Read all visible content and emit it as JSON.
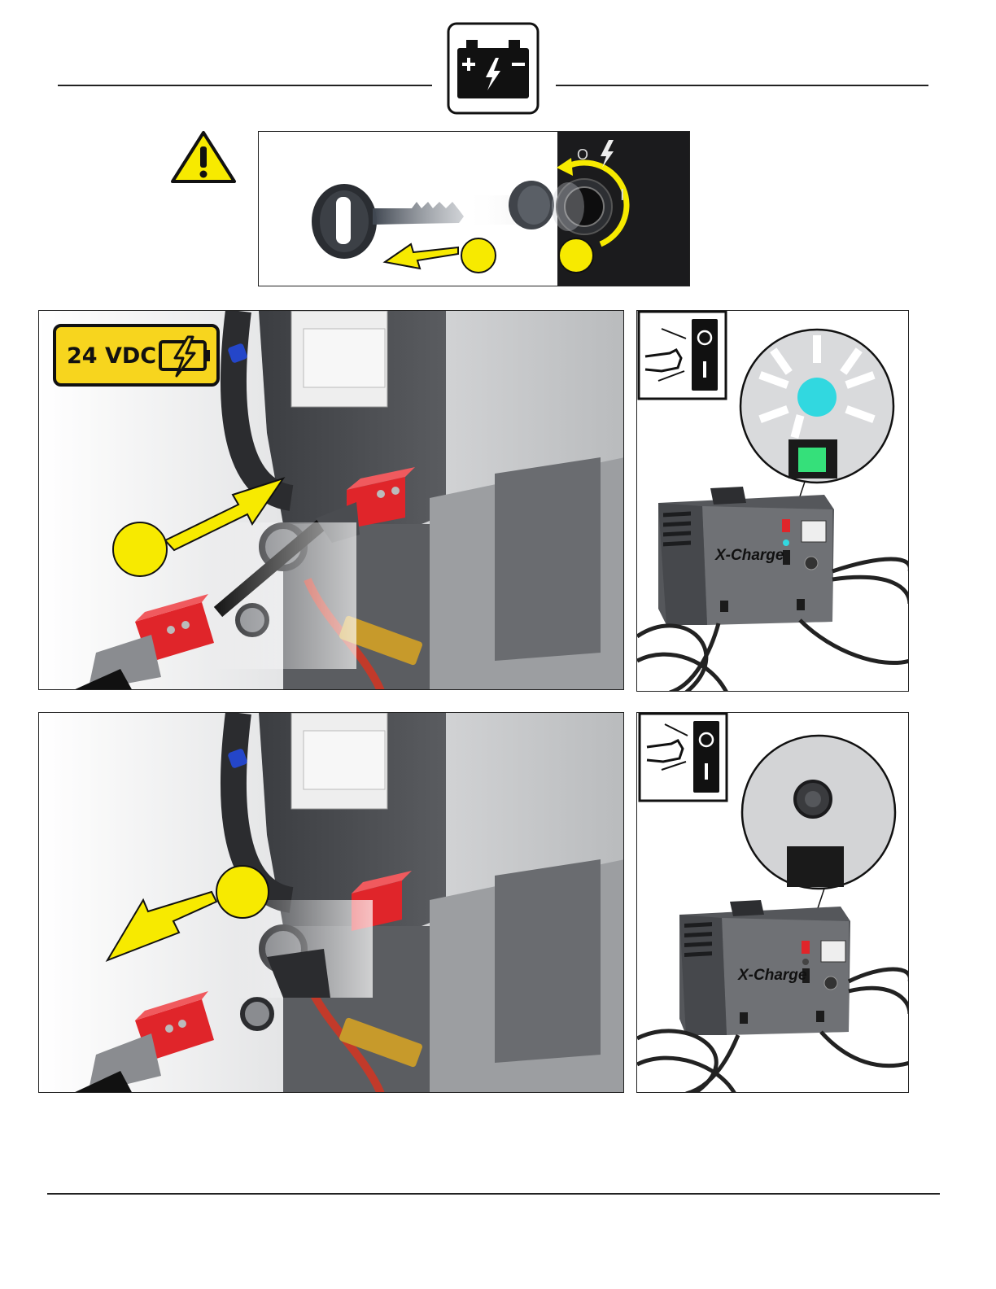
{
  "header": {
    "icon": "battery-charge-icon"
  },
  "warning": {
    "icon": "warning-triangle-icon"
  },
  "key_panel": {
    "switch_off_label": "O",
    "switch_on_label": "I",
    "icons": [
      "key-icon",
      "key-switch-icon",
      "lightning-icon"
    ]
  },
  "connect_panel": {
    "voltage_badge": "24 VDC",
    "badge_icon": "battery-charge-icon"
  },
  "charger": {
    "brand": "X-Charge",
    "power_switch_icon": "rocker-switch-icon",
    "indicator_color": "#31d8e0"
  },
  "colors": {
    "accent_yellow": "#f7ea00",
    "connector_red": "#e0252a",
    "indicator_cyan": "#31d8e0",
    "indicator_green": "#35e07a"
  }
}
